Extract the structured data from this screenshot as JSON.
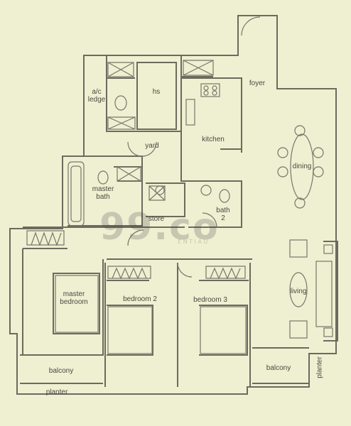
{
  "rooms": {
    "ac_ledge": "a/c\nledge",
    "hs": "hs",
    "foyer": "foyer",
    "yard": "yard",
    "kitchen": "kitchen",
    "dining": "dining",
    "master_bath": "master\nbath",
    "store": "store",
    "bath2": "bath\n2",
    "living": "living",
    "master_bedroom": "master\nbedroom",
    "bedroom2": "bedroom 2",
    "bedroom3": "bedroom 3",
    "balcony_left": "balcony",
    "balcony_right": "balcony",
    "planter_bottom": "planter",
    "planter_right": "planter"
  },
  "watermark": {
    "logo": "99.co",
    "subtext": "E  N  T  I  A  U"
  },
  "colors": {
    "background": "#efefd2",
    "wall": "#6b6b5e",
    "fixture": "#77776a",
    "text": "#4a4a40"
  }
}
